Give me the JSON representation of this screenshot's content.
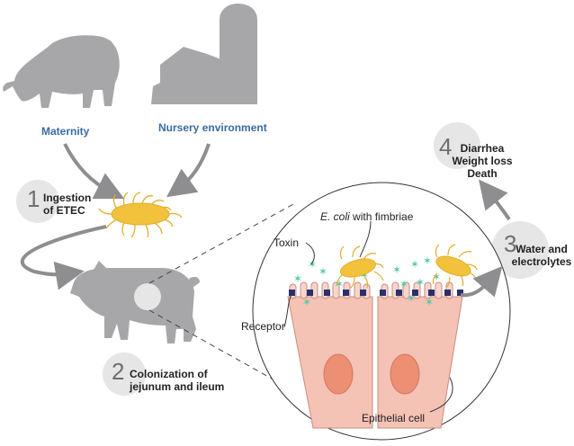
{
  "sources": {
    "maternity": "Maternity",
    "nursery": "Nursery environment"
  },
  "steps": [
    {
      "number": "1",
      "lines": [
        "Ingestion",
        "of ETEC"
      ]
    },
    {
      "number": "2",
      "lines": [
        "Colonization of",
        "jejunum and ileum"
      ]
    },
    {
      "number": "3",
      "lines": [
        "Water and",
        "electrolytes"
      ]
    },
    {
      "number": "4",
      "lines": [
        "Diarrhea",
        "Weight loss",
        "Death"
      ]
    }
  ],
  "inset": {
    "ecoli_italic": "E. coli",
    "ecoli_rest": " with fimbriae",
    "toxin": "Toxin",
    "receptor": "Receptor",
    "epithelial": "Epithelial cell"
  },
  "colors": {
    "silhouette": "#a7a7a9",
    "arrow": "#8e8e90",
    "step_circle": "#e6e6e6",
    "source_label": "#3a6aa5",
    "bacterium": "#f2c23c",
    "toxin": "#55c9a6",
    "cell": "#f5c2b6",
    "nucleus": "#ec8f73",
    "receptor": "#2b2f6b"
  },
  "icons": [
    "sow-icon",
    "barn-icon",
    "piglet-icon",
    "bacterium-icon",
    "toxin-icon"
  ]
}
